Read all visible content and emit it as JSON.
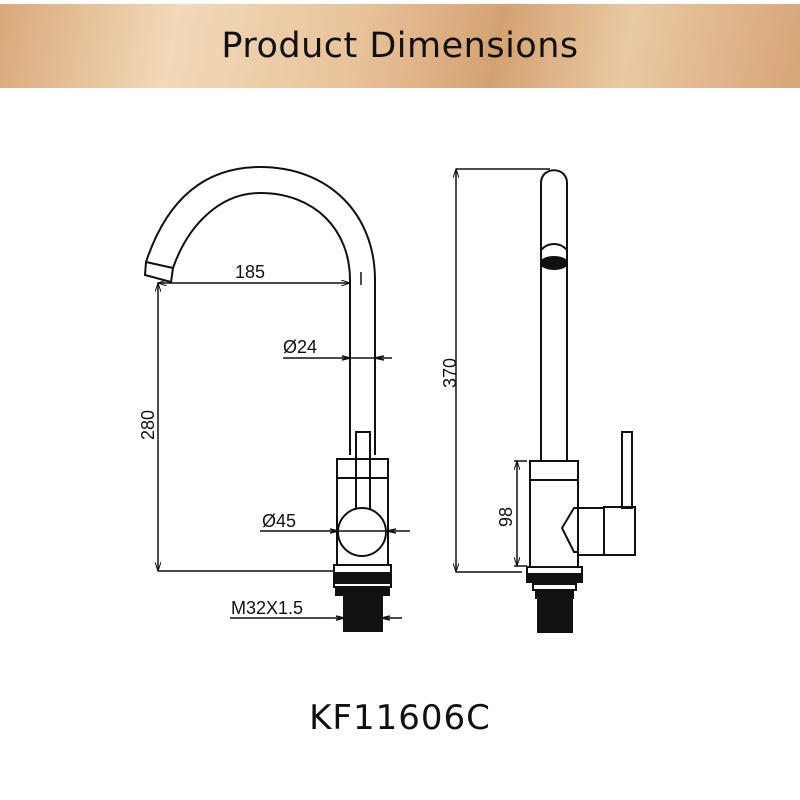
{
  "header": {
    "title": "Product Dimensions",
    "gradient_colors": [
      "#d9a97a",
      "#f2d9b8",
      "#d4a272"
    ]
  },
  "front_view": {
    "dimensions": {
      "spout_reach": "185",
      "spout_height": "280",
      "spout_diameter": "Ø24",
      "body_diameter": "Ø45",
      "thread": "M32X1.5"
    }
  },
  "side_view": {
    "dimensions": {
      "total_height": "370",
      "body_height": "98"
    }
  },
  "model_number": "KF11606C",
  "line_color": "#111111"
}
